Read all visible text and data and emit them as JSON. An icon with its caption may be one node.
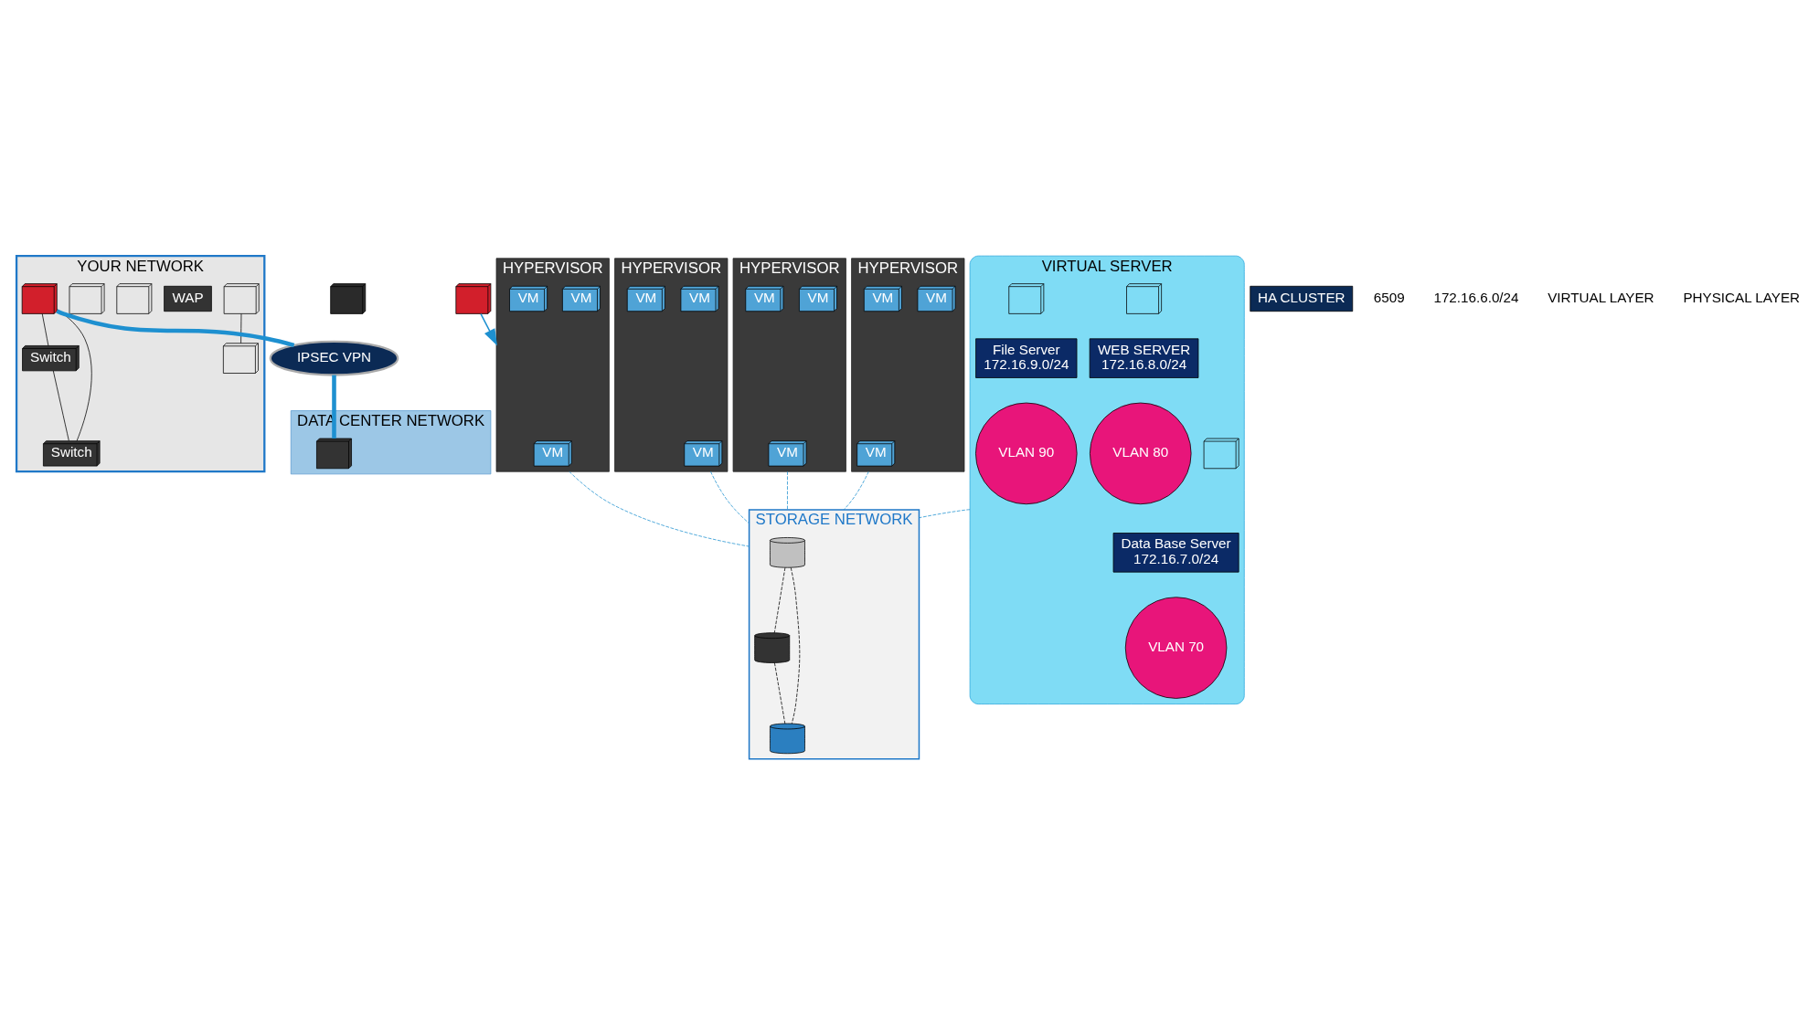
{
  "diagram": {
    "nodes": [
      {
        "text": [
          "YOUR NETWORK"
        ]
      },
      {
        "text": [],
        "shape": "picture",
        "in": 0
      },
      {
        "text": [],
        "shape": "picture",
        "in": 0
      },
      {
        "text": [
          "WAP"
        ],
        "in": 0
      },
      {
        "text": [],
        "shape": "picture",
        "in": 0
      },
      {
        "text": [],
        "shape": "picture",
        "in": 0
      },
      {
        "text": [
          "Switch"
        ],
        "in": 0
      },
      {
        "text": [
          "Switch"
        ],
        "in": 0
      },
      {
        "text": [],
        "shape": "picture",
        "in": 0
      },
      {
        "text": [
          "IPSEC VPN"
        ]
      },
      {
        "text": [
          "DATA CENTER NETWORK"
        ]
      },
      {
        "text": [],
        "shape": "picture",
        "in": 10
      },
      {
        "text": [],
        "shape": "picture"
      },
      {
        "text": [],
        "shape": "picture"
      },
      {
        "text": [
          "HA CLUSTER"
        ]
      },
      {
        "text": [
          "HYPERVISOR"
        ]
      },
      {
        "text": [
          "VM"
        ],
        "in": 15
      },
      {
        "text": [
          "VM"
        ],
        "in": 15
      },
      {
        "text": [
          "VM"
        ],
        "in": 15
      },
      {
        "text": [
          "HYPERVISOR"
        ]
      },
      {
        "text": [
          "VM"
        ],
        "in": 19
      },
      {
        "text": [
          "VM"
        ],
        "in": 19
      },
      {
        "text": [
          "VM"
        ],
        "in": 19
      },
      {
        "text": [
          "HYPERVISOR"
        ]
      },
      {
        "text": [
          "VM"
        ],
        "in": 23
      },
      {
        "text": [
          "VM"
        ],
        "in": 23
      },
      {
        "text": [
          "VM"
        ],
        "in": 23
      },
      {
        "text": [
          "HYPERVISOR"
        ]
      },
      {
        "text": [
          "VM"
        ],
        "in": 27
      },
      {
        "text": [
          "VM"
        ],
        "in": 27
      },
      {
        "text": [
          "VM"
        ],
        "in": 27
      },
      {
        "text": [
          "STORAGE NETWORK"
        ]
      },
      {
        "text": [],
        "shape": "cylinder",
        "in": 31
      },
      {
        "text": [],
        "shape": "cylinder",
        "in": 31
      },
      {
        "text": [],
        "shape": "cylinder",
        "in": 31
      },
      {
        "text": [
          "VIRTUAL SERVER"
        ]
      },
      {
        "text": [],
        "shape": "picture",
        "in": 35
      },
      {
        "text": [
          "Data Base Server",
          "172.16.7.0/24"
        ],
        "in": 35
      },
      {
        "text": [
          "VLAN 70"
        ],
        "in": 35
      },
      {
        "text": [],
        "shape": "picture",
        "in": 35
      },
      {
        "text": [
          "WEB SERVER",
          "172.16.8.0/24"
        ],
        "in": 35
      },
      {
        "text": [
          "VLAN 80"
        ],
        "in": 35
      },
      {
        "text": [],
        "shape": "picture",
        "in": 35
      },
      {
        "text": [
          "File Server",
          "172.16.9.0/24"
        ],
        "in": 35
      },
      {
        "text": [
          "VLAN 90"
        ],
        "in": 35
      }
    ],
    "edges": [
      {
        "from": 1,
        "to": 2,
        "arrow": "none",
        "color": "#000000"
      },
      {
        "from": 6,
        "to": 7,
        "arrow": "none",
        "color": "#000000"
      },
      {
        "from": 8,
        "to": 6,
        "arrow": "none",
        "color": "#000000"
      },
      {
        "from": 8,
        "to": 7,
        "arrow": "none",
        "color": "#000000"
      },
      {
        "from": 8,
        "to": 9,
        "arrow": "none",
        "color": "#1e90d0",
        "style": "thick"
      },
      {
        "from": 9,
        "to": 11,
        "arrow": "none",
        "color": "#1e90d0",
        "style": "thick"
      },
      {
        "from": 13,
        "to": 15,
        "arrow": "to",
        "color": "#1e90d0"
      },
      {
        "from": 15,
        "to": 31,
        "arrow": "none",
        "style": "dashed",
        "color": "#1e90d0"
      },
      {
        "from": 19,
        "to": 31,
        "arrow": "none",
        "style": "dashed",
        "color": "#1e90d0"
      },
      {
        "from": 23,
        "to": 31,
        "arrow": "none",
        "style": "dashed",
        "color": "#1e90d0"
      },
      {
        "from": 27,
        "to": 31,
        "arrow": "none",
        "style": "dashed",
        "color": "#1e90d0"
      },
      {
        "from": 35,
        "to": 31,
        "arrow": "none",
        "style": "dashed",
        "color": "#1e90d0"
      },
      {
        "from": 32,
        "to": 33,
        "arrow": "none",
        "style": "dashed",
        "color": "#000000"
      },
      {
        "from": 32,
        "to": 34,
        "arrow": "none",
        "style": "dashed",
        "color": "#000000"
      },
      {
        "from": 33,
        "to": 34,
        "arrow": "none",
        "style": "dashed",
        "color": "#000000"
      }
    ],
    "labels": [
      "6509",
      "172.16.6.0/24",
      "VIRTUAL LAYER",
      "PHYSICAL LAYER"
    ]
  }
}
